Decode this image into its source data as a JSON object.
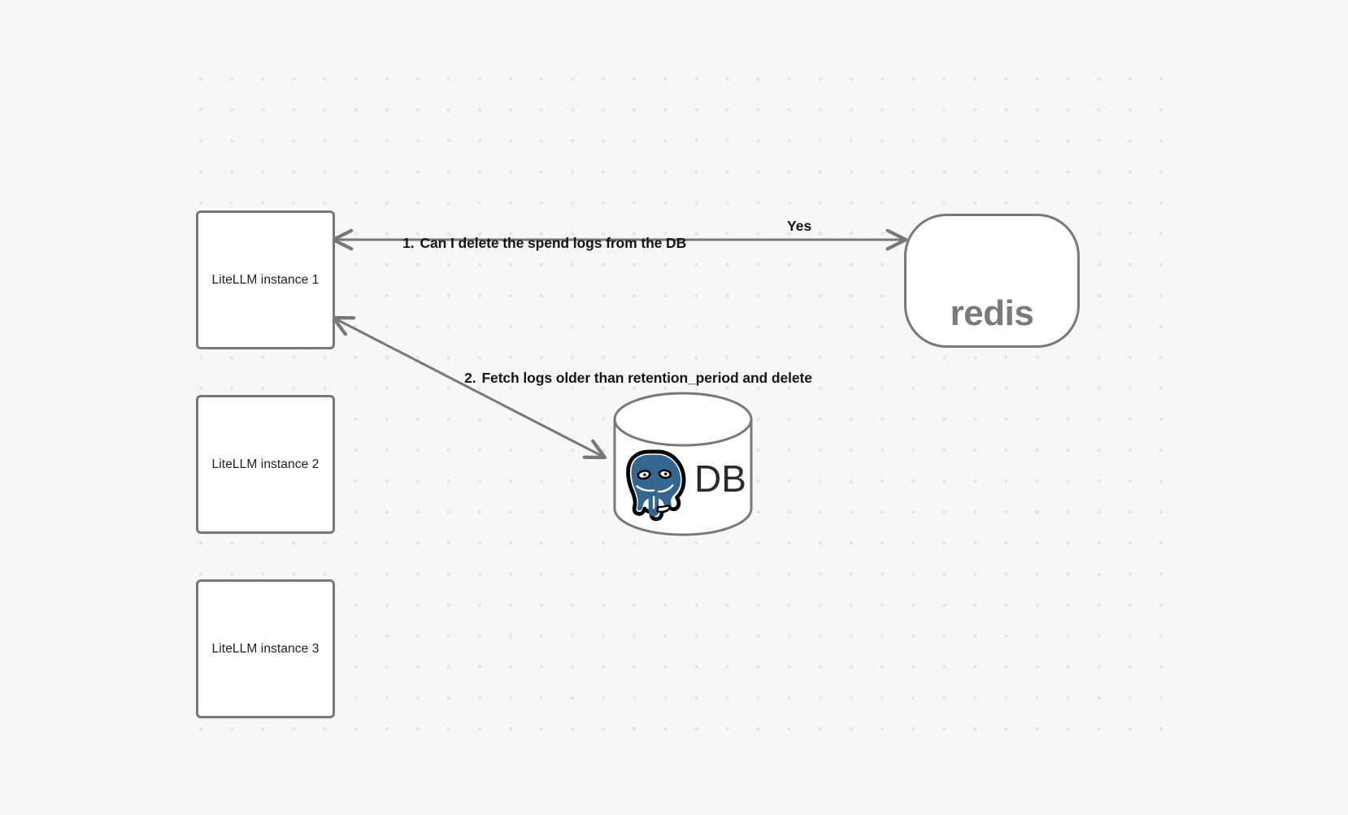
{
  "diagram": {
    "background_color": "#f7f7f7",
    "grid_dot_color": "#e3e4e6",
    "node_stroke_color": "#787878",
    "edge_stroke_color": "#787878",
    "nodes": [
      {
        "id": "litellm-1",
        "label": "LiteLLM instance 1",
        "shape": "rounded-rect"
      },
      {
        "id": "litellm-2",
        "label": "LiteLLM instance 2",
        "shape": "rounded-rect"
      },
      {
        "id": "litellm-3",
        "label": "LiteLLM instance 3",
        "shape": "rounded-rect"
      },
      {
        "id": "redis",
        "label": "redis",
        "shape": "stadium",
        "logo": "redis-logo-icon",
        "logo_color": "#d82c20",
        "wordmark_color": "#7a7a7a"
      },
      {
        "id": "db",
        "label": "DB",
        "shape": "cylinder",
        "logo": "postgresql-elephant-icon",
        "logo_color": "#336791"
      }
    ],
    "edges": [
      {
        "id": "edge-1",
        "from": "litellm-1",
        "to": "redis",
        "number": "1.",
        "label": "Can I delete the spend logs from the DB",
        "answer": "Yes",
        "direction": "bidirectional"
      },
      {
        "id": "edge-2",
        "from": "litellm-1",
        "to": "db",
        "number": "2.",
        "label": "Fetch logs older than retention_period and delete",
        "direction": "bidirectional"
      }
    ]
  }
}
